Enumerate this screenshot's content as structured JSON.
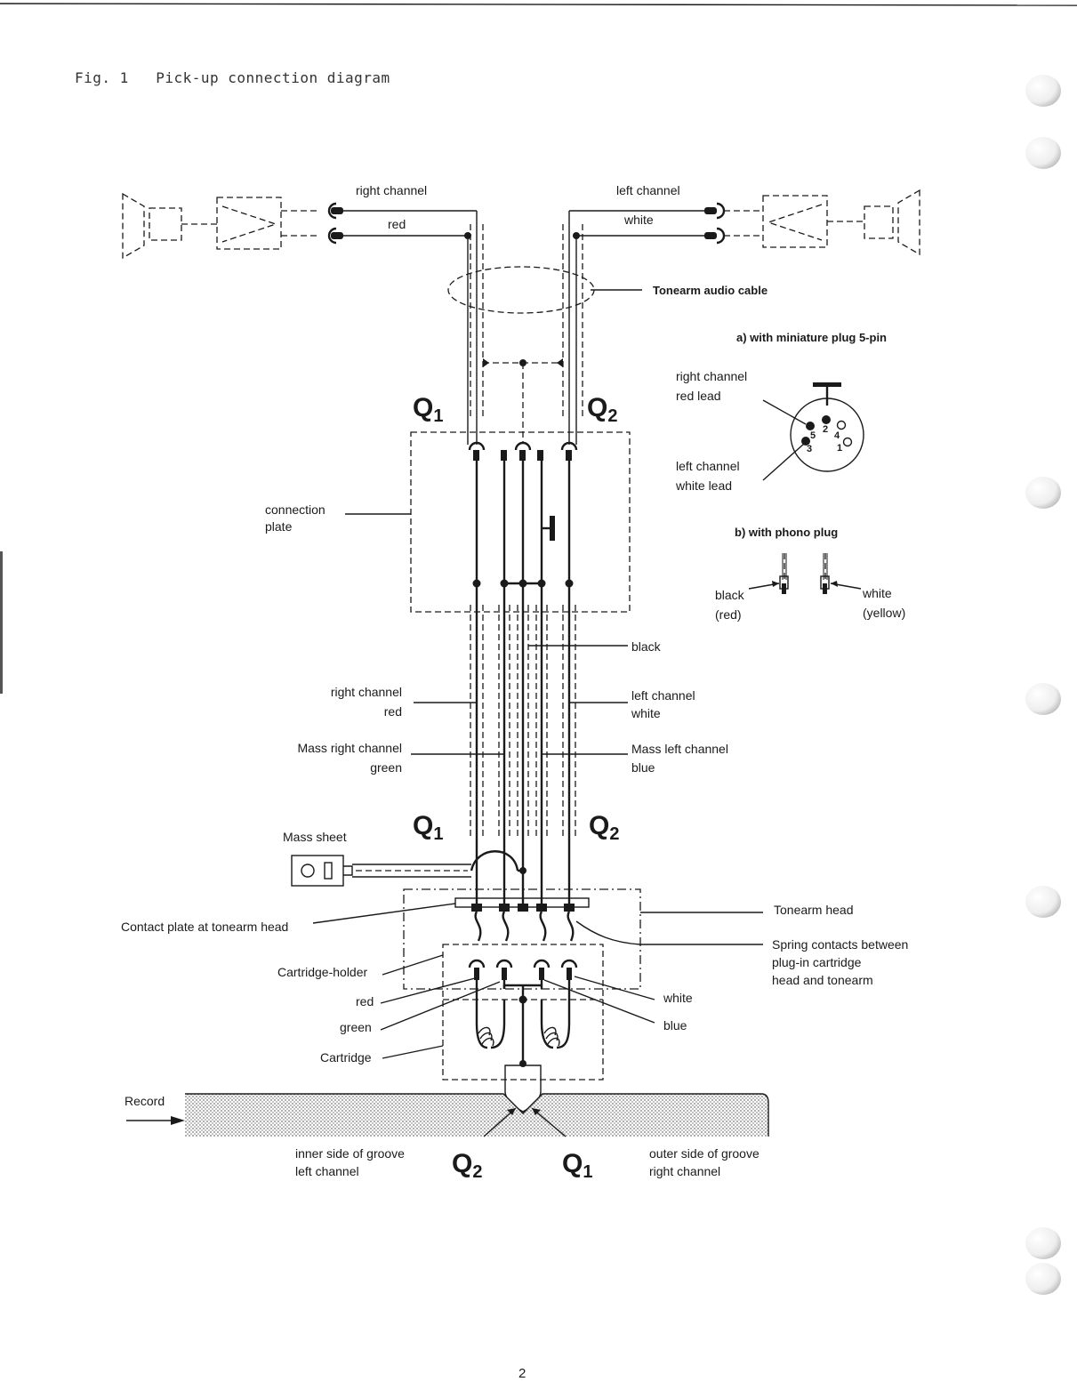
{
  "figure": {
    "title": "Fig. 1   Pick-up connection diagram",
    "page_number": "2"
  },
  "labels": {
    "right_channel_top": "right channel",
    "left_channel_top": "left channel",
    "red_top": "red",
    "white_top": "white",
    "tonearm_audio_cable": "Tonearm audio cable",
    "q1": "Q",
    "q2": "Q",
    "sub1": "1",
    "sub2": "2",
    "connection_plate_1": "connection",
    "connection_plate_2": "plate",
    "black": "black",
    "right_channel_mid": "right channel",
    "red_mid": "red",
    "left_channel_mid": "left channel",
    "white_mid": "white",
    "mass_right_channel": "Mass right channel",
    "green_mid": "green",
    "mass_left_channel": "Mass left channel",
    "blue_mid": "blue",
    "mass_sheet": "Mass sheet",
    "contact_plate": "Contact plate at tonearm head",
    "tonearm_head": "Tonearm head",
    "spring_contacts_1": "Spring contacts between",
    "spring_contacts_2": "plug-in cartridge",
    "spring_contacts_3": "head and tonearm",
    "cartridge_holder": "Cartridge-holder",
    "red_low": "red",
    "green_low": "green",
    "cartridge": "Cartridge",
    "white_low": "white",
    "blue_low": "blue",
    "record": "Record",
    "inner_groove_1": "inner side of groove",
    "inner_groove_2": "left channel",
    "outer_groove_1": "outer side of groove",
    "outer_groove_2": "right channel"
  },
  "inset": {
    "miniature_plug_title": "a)  with miniature plug 5-pin",
    "right_channel": "right channel",
    "red_lead": "red lead",
    "left_channel": "left channel",
    "white_lead": "white lead",
    "pins": [
      "2",
      "4",
      "5",
      "3",
      "1"
    ],
    "phono_plug_title": "b)  with phono plug",
    "black": "black",
    "red_paren": "(red)",
    "white": "white",
    "yellow_paren": "(yellow)"
  }
}
